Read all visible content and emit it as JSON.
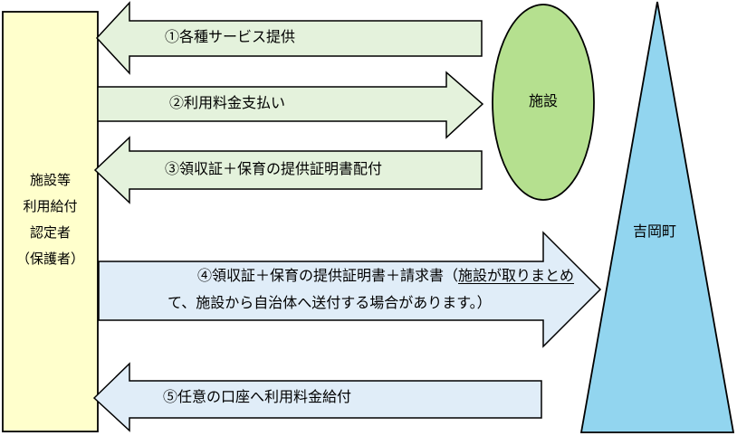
{
  "colors": {
    "background": "#FFFFFF",
    "outline": "#000000",
    "guardian_box_fill": "#FFFFCC",
    "facility_ellipse_fill": "#B5E08F",
    "town_triangle_fill": "#92D5EF",
    "green_arrow_fill": "#E4F2DC",
    "blue_arrow_fill": "#E0EDF8"
  },
  "actors": {
    "guardian": {
      "lines": [
        "施設等",
        "利用給付",
        "認定者",
        "（保護者）"
      ]
    },
    "facility": {
      "label": "施設"
    },
    "town": {
      "label": "吉岡町"
    }
  },
  "arrows": [
    {
      "id": "1",
      "direction": "left",
      "color_group": "green",
      "label": "①各種サービス提供"
    },
    {
      "id": "2",
      "direction": "right",
      "color_group": "green",
      "label": "②利用料金支払い"
    },
    {
      "id": "3",
      "direction": "left",
      "color_group": "green",
      "label": "③領収証＋保育の提供証明書配付"
    },
    {
      "id": "4",
      "direction": "right",
      "color_group": "blue",
      "label_prefix": "④領収証＋保育の提供証明書＋請求書（",
      "label_underlined": "施設が取りまとめ",
      "label_line2": "て、施設から自治体へ送付する場合があります。）"
    },
    {
      "id": "5",
      "direction": "left",
      "color_group": "blue",
      "label": "⑤任意の口座へ利用料金給付"
    }
  ]
}
